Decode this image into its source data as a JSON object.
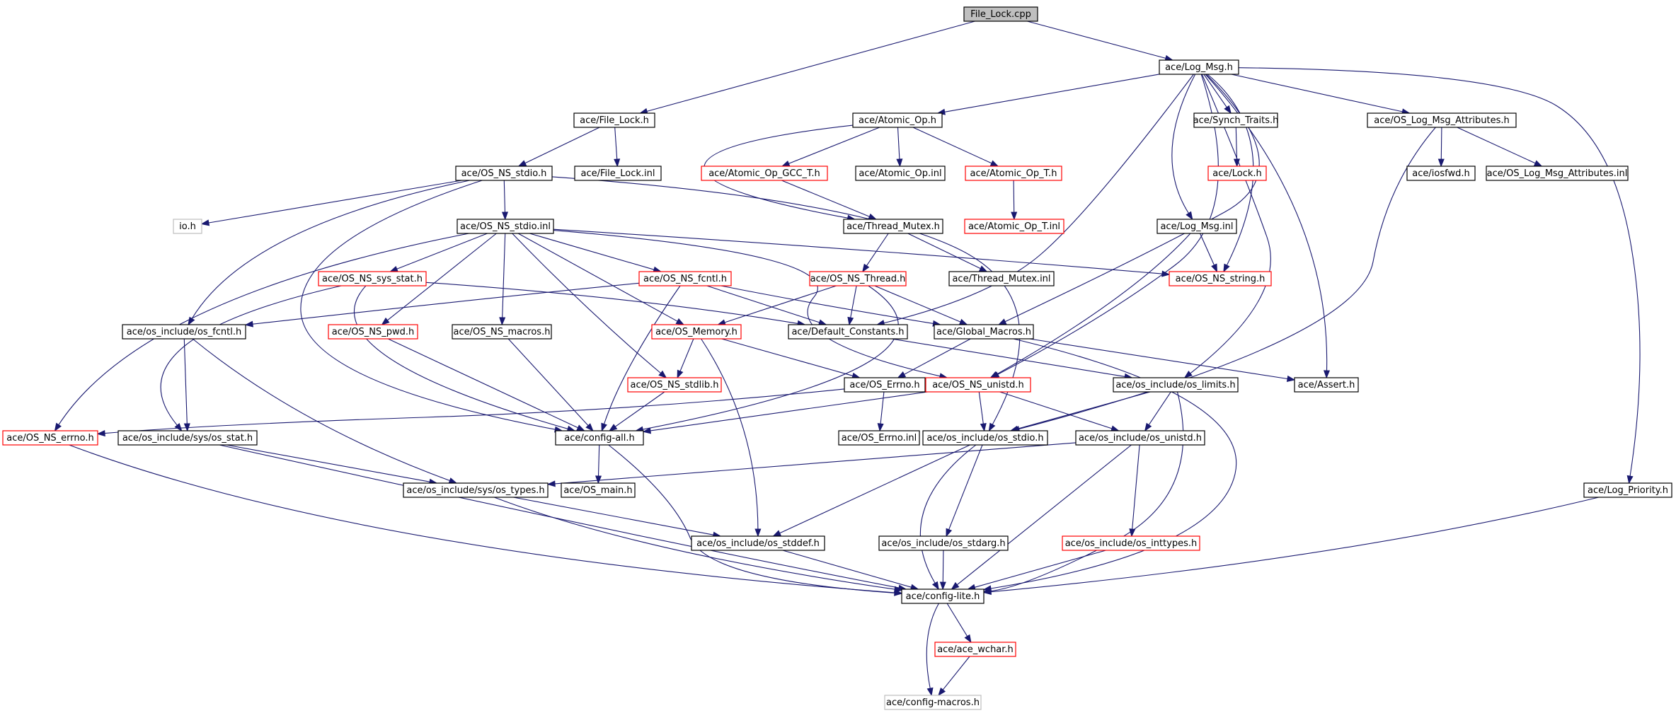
{
  "colors": {
    "edge": "#191970",
    "normal_border": "#000000",
    "red_border": "#ff0000",
    "gray_border": "#bfbfbf",
    "root_fill": "#bfbfbf",
    "node_fill": "#ffffff"
  },
  "nodes": [
    {
      "id": "file_lock_cpp",
      "label": "File_Lock.cpp",
      "style": "root"
    },
    {
      "id": "log_msg_h",
      "label": "ace/Log_Msg.h",
      "style": "normal"
    },
    {
      "id": "file_lock_h",
      "label": "ace/File_Lock.h",
      "style": "normal"
    },
    {
      "id": "atomic_op_h",
      "label": "ace/Atomic_Op.h",
      "style": "normal"
    },
    {
      "id": "synch_traits_h",
      "label": "ace/Synch_Traits.h",
      "style": "normal"
    },
    {
      "id": "os_log_msg_attr_h",
      "label": "ace/OS_Log_Msg_Attributes.h",
      "style": "normal"
    },
    {
      "id": "os_ns_stdio_h",
      "label": "ace/OS_NS_stdio.h",
      "style": "normal"
    },
    {
      "id": "file_lock_inl",
      "label": "ace/File_Lock.inl",
      "style": "normal"
    },
    {
      "id": "atomic_op_gcc_t_h",
      "label": "ace/Atomic_Op_GCC_T.h",
      "style": "red"
    },
    {
      "id": "atomic_op_inl",
      "label": "ace/Atomic_Op.inl",
      "style": "normal"
    },
    {
      "id": "atomic_op_t_h",
      "label": "ace/Atomic_Op_T.h",
      "style": "red"
    },
    {
      "id": "lock_h",
      "label": "ace/Lock.h",
      "style": "red"
    },
    {
      "id": "iosfwd_h",
      "label": "ace/iosfwd.h",
      "style": "normal"
    },
    {
      "id": "os_log_msg_attr_inl",
      "label": "ace/OS_Log_Msg_Attributes.inl",
      "style": "normal"
    },
    {
      "id": "io_h",
      "label": "io.h",
      "style": "gray"
    },
    {
      "id": "os_ns_stdio_inl",
      "label": "ace/OS_NS_stdio.inl",
      "style": "normal"
    },
    {
      "id": "thread_mutex_h",
      "label": "ace/Thread_Mutex.h",
      "style": "normal"
    },
    {
      "id": "atomic_op_t_inl",
      "label": "ace/Atomic_Op_T.inl",
      "style": "red"
    },
    {
      "id": "log_msg_inl",
      "label": "ace/Log_Msg.inl",
      "style": "normal"
    },
    {
      "id": "os_ns_sys_stat_h",
      "label": "ace/OS_NS_sys_stat.h",
      "style": "red"
    },
    {
      "id": "os_ns_fcntl_h",
      "label": "ace/OS_NS_fcntl.h",
      "style": "red"
    },
    {
      "id": "os_ns_thread_h",
      "label": "ace/OS_NS_Thread.h",
      "style": "red"
    },
    {
      "id": "thread_mutex_inl",
      "label": "ace/Thread_Mutex.inl",
      "style": "normal"
    },
    {
      "id": "os_ns_string_h",
      "label": "ace/OS_NS_string.h",
      "style": "red"
    },
    {
      "id": "os_include_os_fcntl_h",
      "label": "ace/os_include/os_fcntl.h",
      "style": "normal"
    },
    {
      "id": "os_ns_pwd_h",
      "label": "ace/OS_NS_pwd.h",
      "style": "red"
    },
    {
      "id": "os_ns_macros_h",
      "label": "ace/OS_NS_macros.h",
      "style": "normal"
    },
    {
      "id": "os_memory_h",
      "label": "ace/OS_Memory.h",
      "style": "red"
    },
    {
      "id": "default_constants_h",
      "label": "ace/Default_Constants.h",
      "style": "normal"
    },
    {
      "id": "global_macros_h",
      "label": "ace/Global_Macros.h",
      "style": "normal"
    },
    {
      "id": "os_ns_stdlib_h",
      "label": "ace/OS_NS_stdlib.h",
      "style": "red"
    },
    {
      "id": "os_errno_h",
      "label": "ace/OS_Errno.h",
      "style": "normal"
    },
    {
      "id": "os_ns_unistd_h",
      "label": "ace/OS_NS_unistd.h",
      "style": "red"
    },
    {
      "id": "os_include_os_limits_h",
      "label": "ace/os_include/os_limits.h",
      "style": "normal"
    },
    {
      "id": "assert_h",
      "label": "ace/Assert.h",
      "style": "normal"
    },
    {
      "id": "os_ns_errno_h",
      "label": "ace/OS_NS_errno.h",
      "style": "red"
    },
    {
      "id": "os_include_sys_os_stat_h",
      "label": "ace/os_include/sys/os_stat.h",
      "style": "normal"
    },
    {
      "id": "config_all_h",
      "label": "ace/config-all.h",
      "style": "normal"
    },
    {
      "id": "os_errno_inl",
      "label": "ace/OS_Errno.inl",
      "style": "normal"
    },
    {
      "id": "os_include_os_stdio_h",
      "label": "ace/os_include/os_stdio.h",
      "style": "normal"
    },
    {
      "id": "os_include_os_unistd_h",
      "label": "ace/os_include/os_unistd.h",
      "style": "normal"
    },
    {
      "id": "os_include_sys_os_types_h",
      "label": "ace/os_include/sys/os_types.h",
      "style": "normal"
    },
    {
      "id": "os_main_h",
      "label": "ace/OS_main.h",
      "style": "normal"
    },
    {
      "id": "log_priority_h",
      "label": "ace/Log_Priority.h",
      "style": "normal"
    },
    {
      "id": "os_include_os_stddef_h",
      "label": "ace/os_include/os_stddef.h",
      "style": "normal"
    },
    {
      "id": "os_include_os_stdarg_h",
      "label": "ace/os_include/os_stdarg.h",
      "style": "normal"
    },
    {
      "id": "os_include_os_inttypes_h",
      "label": "ace/os_include/os_inttypes.h",
      "style": "red"
    },
    {
      "id": "config_lite_h",
      "label": "ace/config-lite.h",
      "style": "normal"
    },
    {
      "id": "ace_wchar_h",
      "label": "ace/ace_wchar.h",
      "style": "red"
    },
    {
      "id": "config_macros_h",
      "label": "ace/config-macros.h",
      "style": "gray"
    }
  ]
}
